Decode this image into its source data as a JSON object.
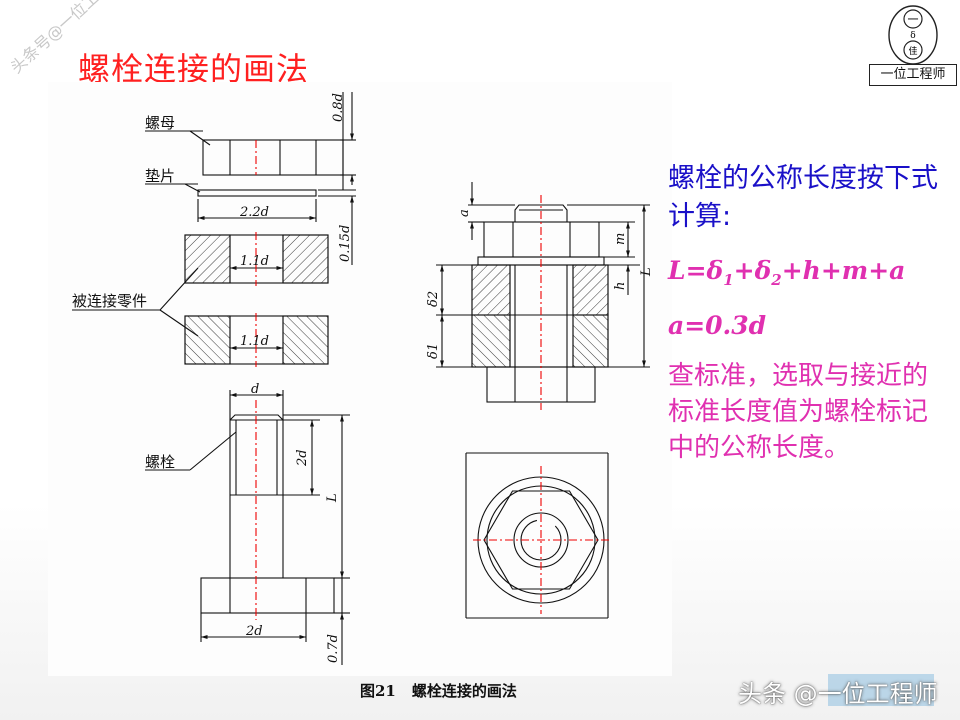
{
  "title": "螺栓连接的画法",
  "watermark_diagonal": "头条号@一位工程师",
  "logo": {
    "caption": "一位工程师",
    "glyphs": [
      "一",
      "δ",
      "佳"
    ]
  },
  "drawing_labels": {
    "nut": "螺母",
    "washer": "垫片",
    "connected_parts": "被连接零件",
    "bolt": "螺栓",
    "dim_0_8d": "0.8d",
    "dim_0_15d": "0.15d",
    "dim_2_2d": "2.2d",
    "dim_1_1d_top": "1.1d",
    "dim_1_1d_bottom": "1.1d",
    "dim_d": "d",
    "dim_2d_vertical": "2d",
    "dim_L_left": "L",
    "dim_2d_head": "2d",
    "dim_0_7d": "0.7d",
    "dim_a": "a",
    "dim_m": "m",
    "dim_h": "h",
    "dim_L_right": "L",
    "dim_delta2": "δ2",
    "dim_delta1": "δ1"
  },
  "figure_caption": {
    "number": "图21",
    "text": "螺栓连接的画法"
  },
  "right_panel": {
    "heading": "螺栓的公称长度按下式计算:",
    "formula_L": "L=δ",
    "formula_sub1": "1",
    "formula_plus": "+δ",
    "formula_sub2": "2",
    "formula_rest": "+h+m+a",
    "formula_a": "a=0.3d",
    "note": "查标准，选取与接近的标准长度值为螺栓标记中的公称长度。"
  },
  "watermark_bottom": "头条 @一位工程师",
  "colors": {
    "title": "#ff2020",
    "heading": "#1a10c8",
    "formula": "#e030b0",
    "centerline": "#e00000"
  }
}
